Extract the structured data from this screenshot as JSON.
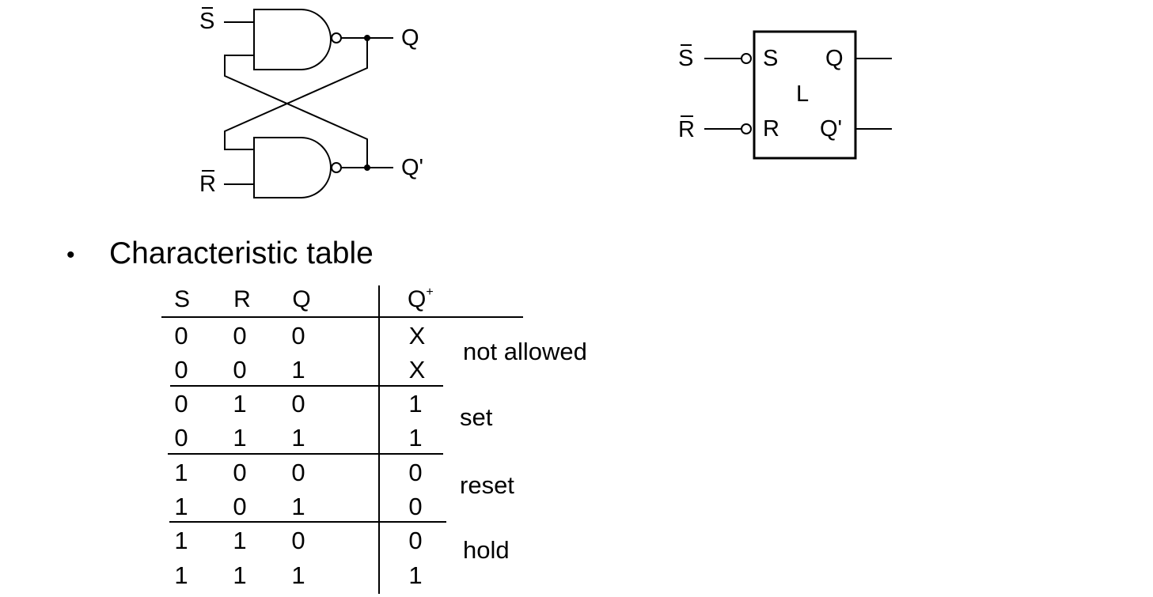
{
  "latch": {
    "input_s": "S",
    "input_r": "R",
    "output_q": "Q",
    "output_q_not": "Q'"
  },
  "block": {
    "input_s_ext": "S",
    "input_r_ext": "R",
    "pin_s": "S",
    "pin_r": "R",
    "pin_q": "Q",
    "pin_q_not": "Q'",
    "center_label": "L"
  },
  "section": {
    "bullet": "•",
    "title": "Characteristic table"
  },
  "table": {
    "headers": [
      "S",
      "R",
      "Q",
      "Q",
      "+"
    ],
    "rows": [
      [
        "0",
        "0",
        "0",
        "X"
      ],
      [
        "0",
        "0",
        "1",
        "X"
      ],
      [
        "0",
        "1",
        "0",
        "1"
      ],
      [
        "0",
        "1",
        "1",
        "1"
      ],
      [
        "1",
        "0",
        "0",
        "0"
      ],
      [
        "1",
        "0",
        "1",
        "0"
      ],
      [
        "1",
        "1",
        "0",
        "0"
      ],
      [
        "1",
        "1",
        "1",
        "1"
      ]
    ],
    "groups": [
      "not allowed",
      "set",
      "reset",
      "hold"
    ]
  }
}
